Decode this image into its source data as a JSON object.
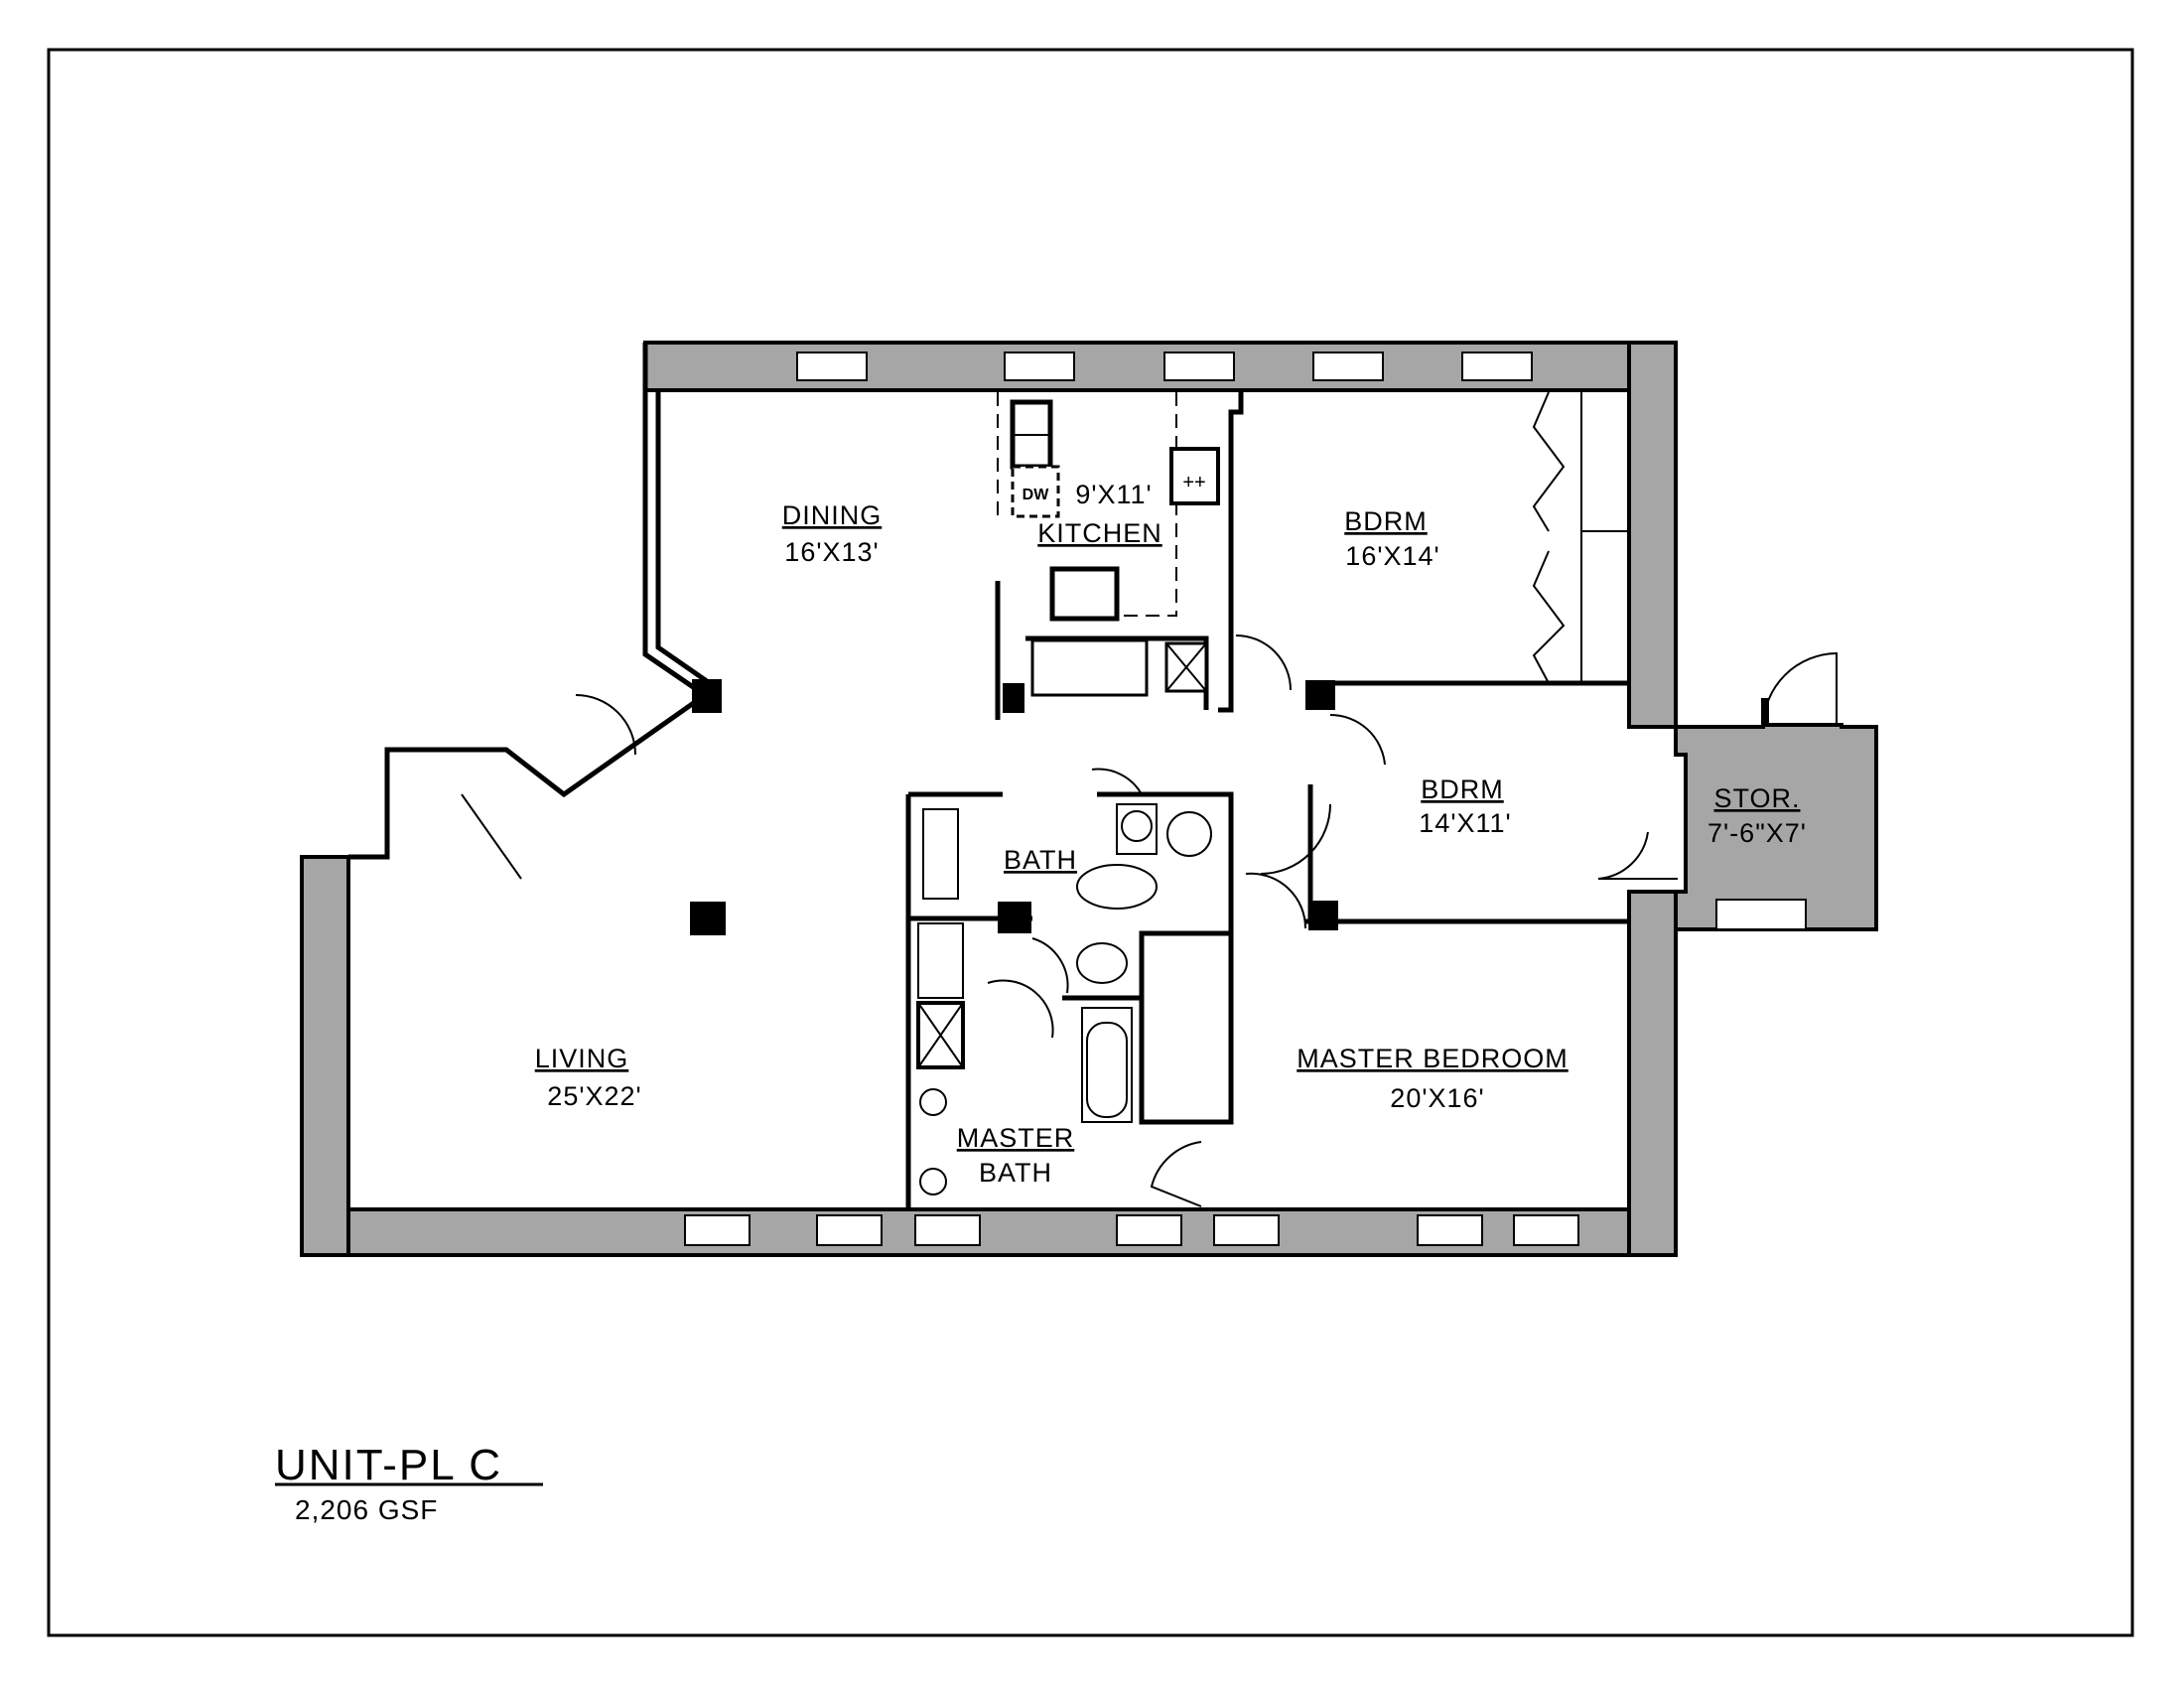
{
  "plan": {
    "title": "UNIT-PL C",
    "area": "2,206 GSF",
    "wall_color": "#a6a6a6",
    "rooms": [
      {
        "name": "DINING",
        "size": "16'X13'"
      },
      {
        "name": "KITCHEN",
        "size": "9'X11'"
      },
      {
        "name": "BDRM",
        "size": "16'X14'"
      },
      {
        "name": "BDRM",
        "size": "14'X11'"
      },
      {
        "name": "STOR.",
        "size": "7'-6\"X7'"
      },
      {
        "name": "BATH",
        "size": ""
      },
      {
        "name": "LIVING",
        "size": "25'X22'"
      },
      {
        "name": "MASTER BEDROOM",
        "size": "20'X16'"
      },
      {
        "name": "MASTER",
        "size": "BATH"
      }
    ],
    "appliance_dw": "DW"
  }
}
